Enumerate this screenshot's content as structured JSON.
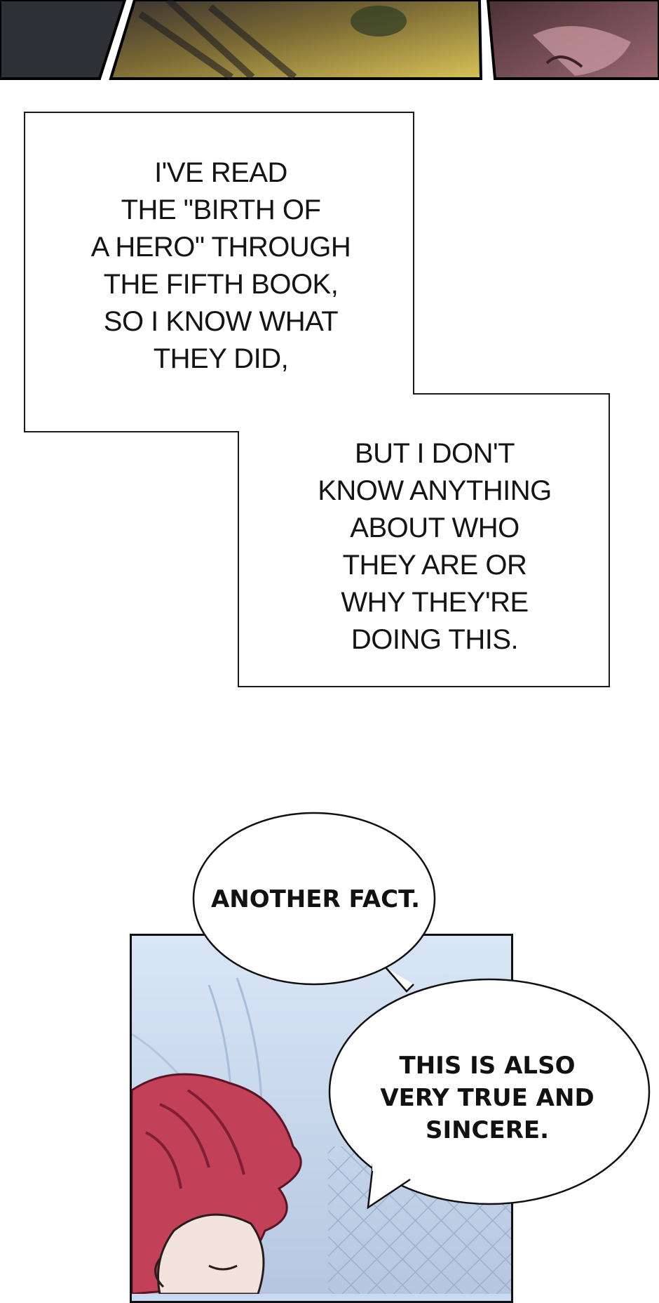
{
  "captions": {
    "box_1": "I'VE READ\nTHE \"BIRTH OF\nA HERO\" THROUGH\nTHE FIFTH BOOK,\nSO I KNOW WHAT\nTHEY DID,",
    "box_2": "BUT I DON'T\nKNOW ANYTHING\nABOUT WHO\nTHEY ARE OR\nWHY THEY'RE\nDOING THIS."
  },
  "speech_bubbles": {
    "bubble_1": "ANOTHER FACT.",
    "bubble_2": "THIS IS ALSO\nVERY TRUE AND\nSINCERE."
  },
  "colors": {
    "panel_sky": "#c9d9ef",
    "hair": "#c24058",
    "top_panel_dark": "#2e2f33",
    "top_panel_fire": "#c9b24a",
    "top_panel_skin": "#7a4a4e"
  }
}
